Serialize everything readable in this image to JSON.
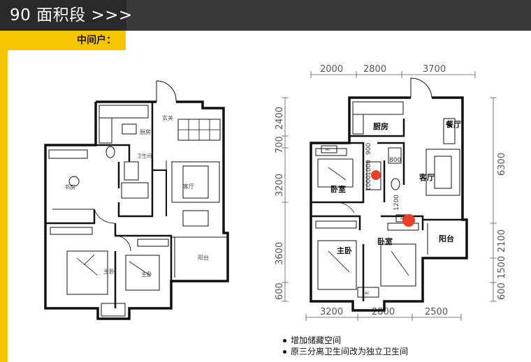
{
  "header": {
    "title": "90 面积段 >>>",
    "subtitle": "中间户："
  },
  "plan_left": {
    "rooms": [
      "书房",
      "主卧",
      "主卧",
      "客厅",
      "阳台",
      "厨房",
      "玄关",
      "卫生间"
    ]
  },
  "plan_right": {
    "top_dims": [
      "2000",
      "2800",
      "3700"
    ],
    "bottom_dims": [
      "3200",
      "2800",
      "2500"
    ],
    "left_dims": [
      "2400",
      "700",
      "3200",
      "3600",
      "600"
    ],
    "right_dims": [
      "6300",
      "2100",
      "1500",
      "600"
    ],
    "inner_dims": [
      "900",
      "1000",
      "800",
      "1000",
      "1200"
    ],
    "rooms": {
      "kitchen": "厨房",
      "dining": "餐厅",
      "living": "客厅",
      "bedroom1": "卧室",
      "master": "主卧",
      "bedroom2": "卧室",
      "balcony": "阳台"
    },
    "ac_labels": [
      "AC",
      "AC",
      "AC"
    ]
  },
  "notes": {
    "items": [
      "增加储藏空间",
      "原三分离卫生间改为独立卫生间"
    ]
  },
  "colors": {
    "accent": "#f7c400",
    "marker": "#e8402a",
    "dark": "#3a3a3a"
  }
}
